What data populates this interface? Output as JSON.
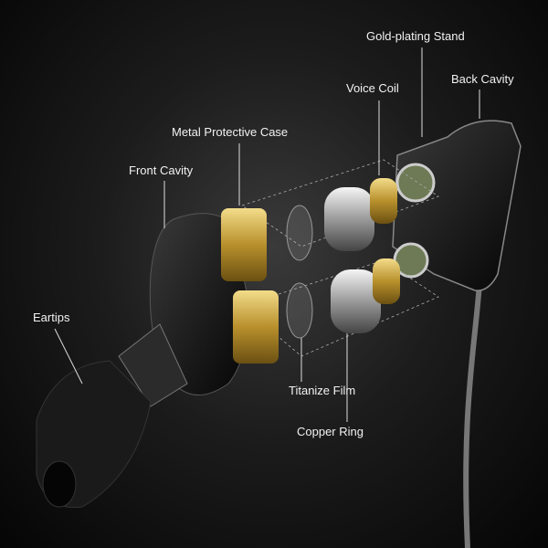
{
  "labels": {
    "gold_plating_stand": "Gold-plating Stand",
    "voice_coil": "Voice Coil",
    "back_cavity": "Back Cavity",
    "metal_protective_case": "Metal Protective Case",
    "front_cavity": "Front  Cavity",
    "eartips": "Eartips",
    "titanize_film": "Titanize Film",
    "copper_ring": "Copper Ring"
  },
  "colors": {
    "gold": "#c9a23a",
    "silver": "#c8c8c8",
    "shell": "#111111",
    "label": "#f2f2f2"
  }
}
